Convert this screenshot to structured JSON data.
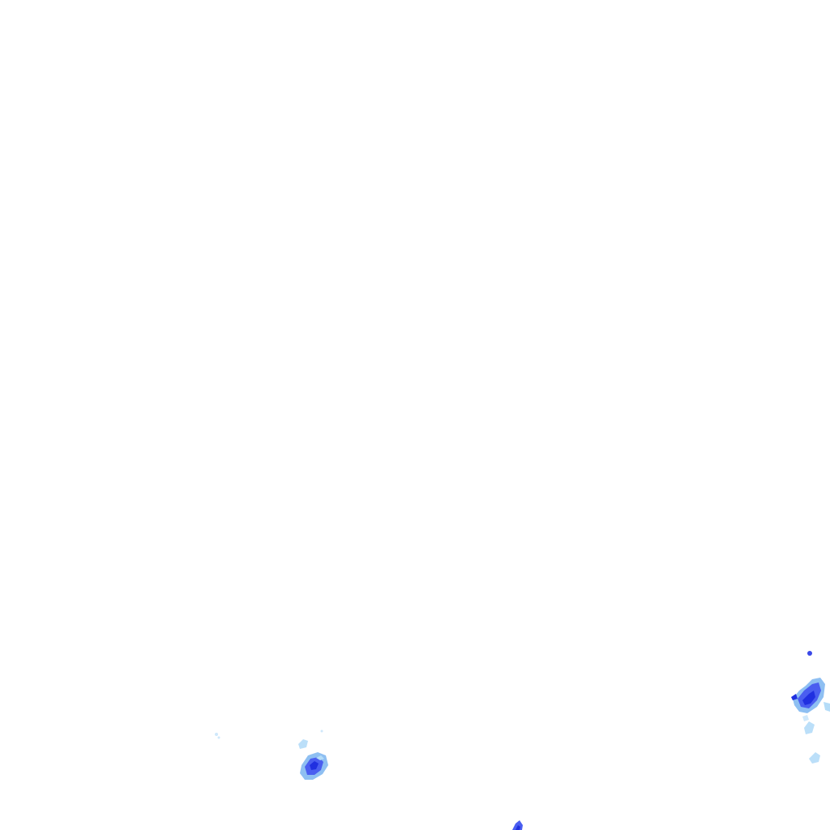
{
  "map": {
    "background_color": "#ffffff",
    "layer": "precipitation-radar-overlay",
    "legend_colors": {
      "light": "#b4dcf8",
      "moderate": "#7ab4f0",
      "heavy": "#4a5ef0",
      "intense": "#2030e0"
    },
    "cells": [
      {
        "name": "radar-echo-west-small",
        "intensity": "light"
      },
      {
        "name": "radar-echo-west-speck",
        "intensity": "light"
      },
      {
        "name": "radar-echo-center-main",
        "intensity": "heavy"
      },
      {
        "name": "radar-echo-south-edge",
        "intensity": "intense"
      },
      {
        "name": "radar-echo-east-dot",
        "intensity": "intense"
      },
      {
        "name": "radar-echo-east-main",
        "intensity": "heavy"
      },
      {
        "name": "radar-echo-east-trail-1",
        "intensity": "light"
      },
      {
        "name": "radar-echo-east-trail-2",
        "intensity": "light"
      }
    ]
  }
}
